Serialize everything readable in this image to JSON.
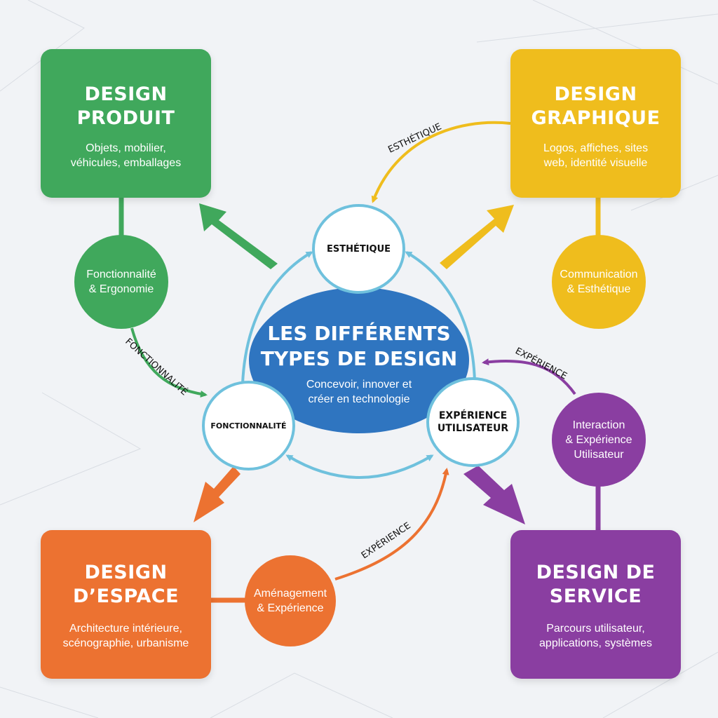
{
  "title": {
    "line1": "LES DIFFÉRENTS",
    "line2": "TYPES DE DESIGN",
    "subtitle_line1": "Concevoir, innover et",
    "subtitle_line2": "créer en technologie"
  },
  "nodes": {
    "esthetique": "ESTHÉTIQUE",
    "fonctionnalite": "FONCTIONNALITÉ",
    "experience_line1": "EXPÉRIENCE",
    "experience_line2": "UTILISATEUR"
  },
  "boxes": {
    "produit": {
      "title1": "DESIGN",
      "title2": "PRODUIT",
      "desc1": "Objets, mobilier,",
      "desc2": "véhicules, emballages",
      "color": "#40a85c"
    },
    "graphique": {
      "title1": "DESIGN",
      "title2": "GRAPHIQUE",
      "desc1": "Logos, affiches, sites",
      "desc2": "web, identité visuelle",
      "color": "#efbd1d"
    },
    "espace": {
      "title1": "DESIGN",
      "title2": "D’ESPACE",
      "desc1": "Architecture intérieure,",
      "desc2": "scénographie, urbanisme",
      "color": "#ec7231"
    },
    "service": {
      "title1": "DESIGN DE",
      "title2": "SERVICE",
      "desc1": "Parcours utilisateur,",
      "desc2": "applications, systèmes",
      "color": "#8a3ea1"
    }
  },
  "circles": {
    "fonctionnalite": {
      "line1": "Fonctionnalité",
      "line2": "& Ergonomie"
    },
    "communication": {
      "line1": "Communication",
      "line2": "& Esthétique"
    },
    "amenagement": {
      "line1": "Aménagement",
      "line2": "& Expérience"
    },
    "interaction": {
      "line1": "Interaction",
      "line2": "& Expérience",
      "line3": "Utilisateur"
    }
  },
  "curve_labels": {
    "esthetique": "ESTHÉTIQUE",
    "fonctionnalite": "FONCTIONNALITÉ",
    "experience_right": "EXPÉRIENCE",
    "experience_bottom": "EXPÉRIENCE"
  },
  "colors": {
    "green": "#40a85c",
    "yellow": "#efbd1d",
    "orange": "#ec7231",
    "purple": "#8a3ea1",
    "blue": "#2f75c0",
    "light_blue": "#6fc1dd"
  }
}
